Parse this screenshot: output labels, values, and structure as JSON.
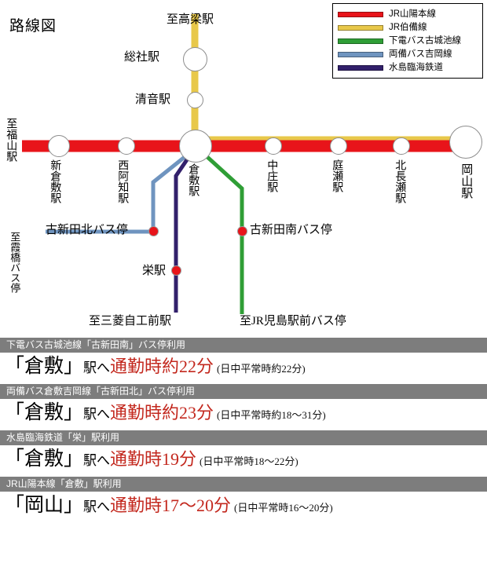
{
  "map": {
    "title": "路線図",
    "legend": {
      "items": [
        {
          "label": "JR山陽本線",
          "color": "#e8141a"
        },
        {
          "label": "JR伯備線",
          "color": "#e8c84a"
        },
        {
          "label": "下電バス古城池線",
          "color": "#2f9e36"
        },
        {
          "label": "両備バス吉岡線",
          "color": "#6f94bf"
        },
        {
          "label": "水島臨海鉄道",
          "color": "#32206b"
        }
      ]
    },
    "terminus_labels": {
      "takahashi": "至高梁駅",
      "fukuyama": "至福山駅",
      "kasumibashi": "至霞橋バス停",
      "mitsubishi": "至三菱自工前駅",
      "kojima": "至JR児島駅前バス停"
    },
    "stations": [
      {
        "id": "soja",
        "name": "総社駅"
      },
      {
        "id": "kiyone",
        "name": "清音駅"
      },
      {
        "id": "shinkurashiki",
        "name": "新倉敷駅"
      },
      {
        "id": "nishiachi",
        "name": "西阿知駅"
      },
      {
        "id": "kurashiki",
        "name": "倉敷駅"
      },
      {
        "id": "nakasho",
        "name": "中庄駅"
      },
      {
        "id": "niwase",
        "name": "庭瀬駅"
      },
      {
        "id": "kitanagase",
        "name": "北長瀬駅"
      },
      {
        "id": "okayama",
        "name": "岡山駅"
      },
      {
        "id": "sakae",
        "name": "栄駅"
      }
    ],
    "bus_stops": [
      {
        "id": "koshindakita",
        "name": "古新田北バス停"
      },
      {
        "id": "koshindaminami",
        "name": "古新田南バス停"
      }
    ]
  },
  "info": {
    "blocks": [
      {
        "head": "下電バス古城池線「古新田南」バス停利用",
        "station": "「倉敷」",
        "to": "駅へ",
        "time": "通勤時約22分",
        "note": "(日中平常時約22分)"
      },
      {
        "head": "両備バス倉敷吉岡線「古新田北」バス停利用",
        "station": "「倉敷」",
        "to": "駅へ",
        "time": "通勤時約23分",
        "note": "(日中平常時約18〜31分)"
      },
      {
        "head": "水島臨海鉄道「栄」駅利用",
        "station": "「倉敷」",
        "to": "駅へ",
        "time": "通勤時19分",
        "note": "(日中平常時18〜22分)"
      },
      {
        "head": "JR山陽本線「倉敷」駅利用",
        "station": "「岡山」",
        "to": "駅へ",
        "time": "通勤時17〜20分",
        "note": "(日中平常時16〜20分)"
      }
    ]
  }
}
